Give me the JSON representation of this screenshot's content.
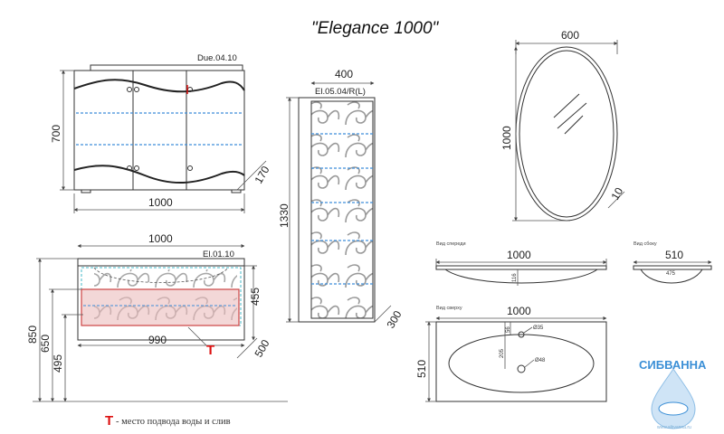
{
  "title": "\"Elegance 1000\"",
  "cabinet": {
    "model": "Due.04.10",
    "height": "700",
    "width": "1000",
    "depth": "170"
  },
  "column": {
    "model": "El.05.04/R(L)",
    "width": "400",
    "height": "1330",
    "depth": "300"
  },
  "mirror": {
    "width": "600",
    "height": "1000",
    "depth": "10"
  },
  "vanity": {
    "model": "El.01.10",
    "width": "1000",
    "inner_width": "990",
    "drawer_height": "455",
    "depth": "500",
    "h1": "850",
    "h2": "650",
    "h3": "495",
    "water_marker": "T"
  },
  "sink_front": {
    "label": "Вид спереди",
    "width": "1000",
    "height": "116"
  },
  "sink_side": {
    "label": "Вид сбоку",
    "width": "510",
    "inner_value": "475"
  },
  "sink_top": {
    "label": "Вид сверху",
    "width": "1000",
    "depth": "510",
    "offset_small": "56",
    "offset": "205",
    "hole1": "Ø35",
    "hole2": "Ø48"
  },
  "legend": {
    "marker": "T",
    "text": "- место подвода воды и слив"
  },
  "brand": {
    "name": "СИБВАННА",
    "site": "www.sibvanna.ru"
  },
  "colors": {
    "marker": "#d11111",
    "brand": "#3b8fd6",
    "highlight_fill": "#e9b7b7",
    "shelf_line": "#3d8ed9"
  }
}
